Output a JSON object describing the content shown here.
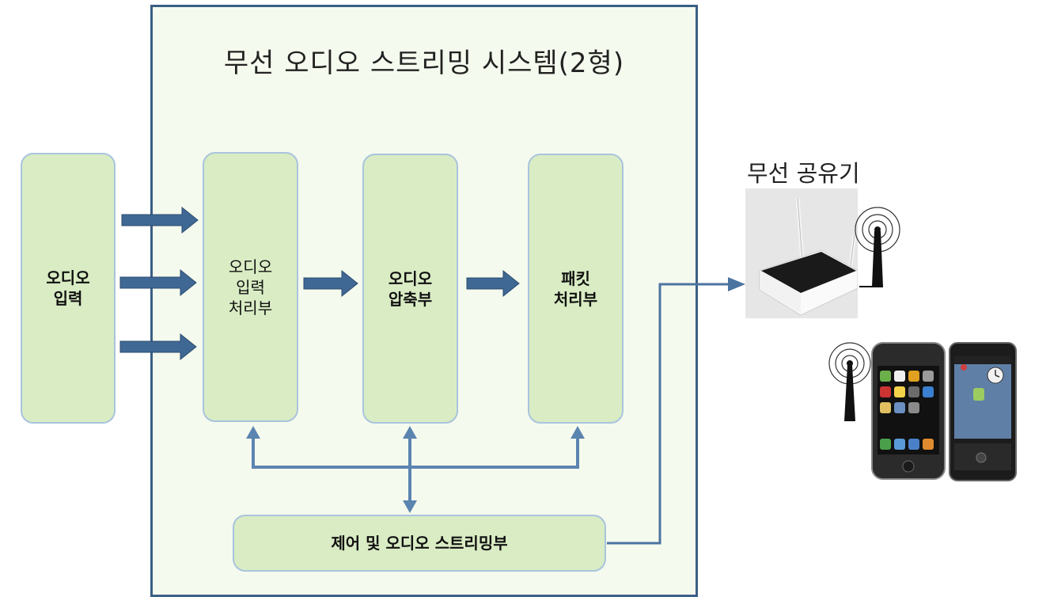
{
  "title": "무선 오디오 스트리밍 시스템(2형)",
  "audio_input": {
    "label": "오디오\n입력"
  },
  "blocks": {
    "input_processor": "오디오\n입력\n처리부",
    "compressor": "오디오\n압축부",
    "packet_processor": "패킷\n처리부",
    "controller": "제어 및 오디오 스트리밍부"
  },
  "router": {
    "label": "무선 공유기"
  },
  "colors": {
    "block_fill": "#d9ecc4",
    "block_border": "#a9c4dd",
    "system_fill": "#f5faee",
    "system_border": "#3a5f85",
    "arrow": "#3f6894"
  },
  "icons": [
    "right-arrow-icon",
    "bidirectional-arrow-icon",
    "antenna-signal-icon",
    "wifi-router-image",
    "smartphone-image"
  ]
}
